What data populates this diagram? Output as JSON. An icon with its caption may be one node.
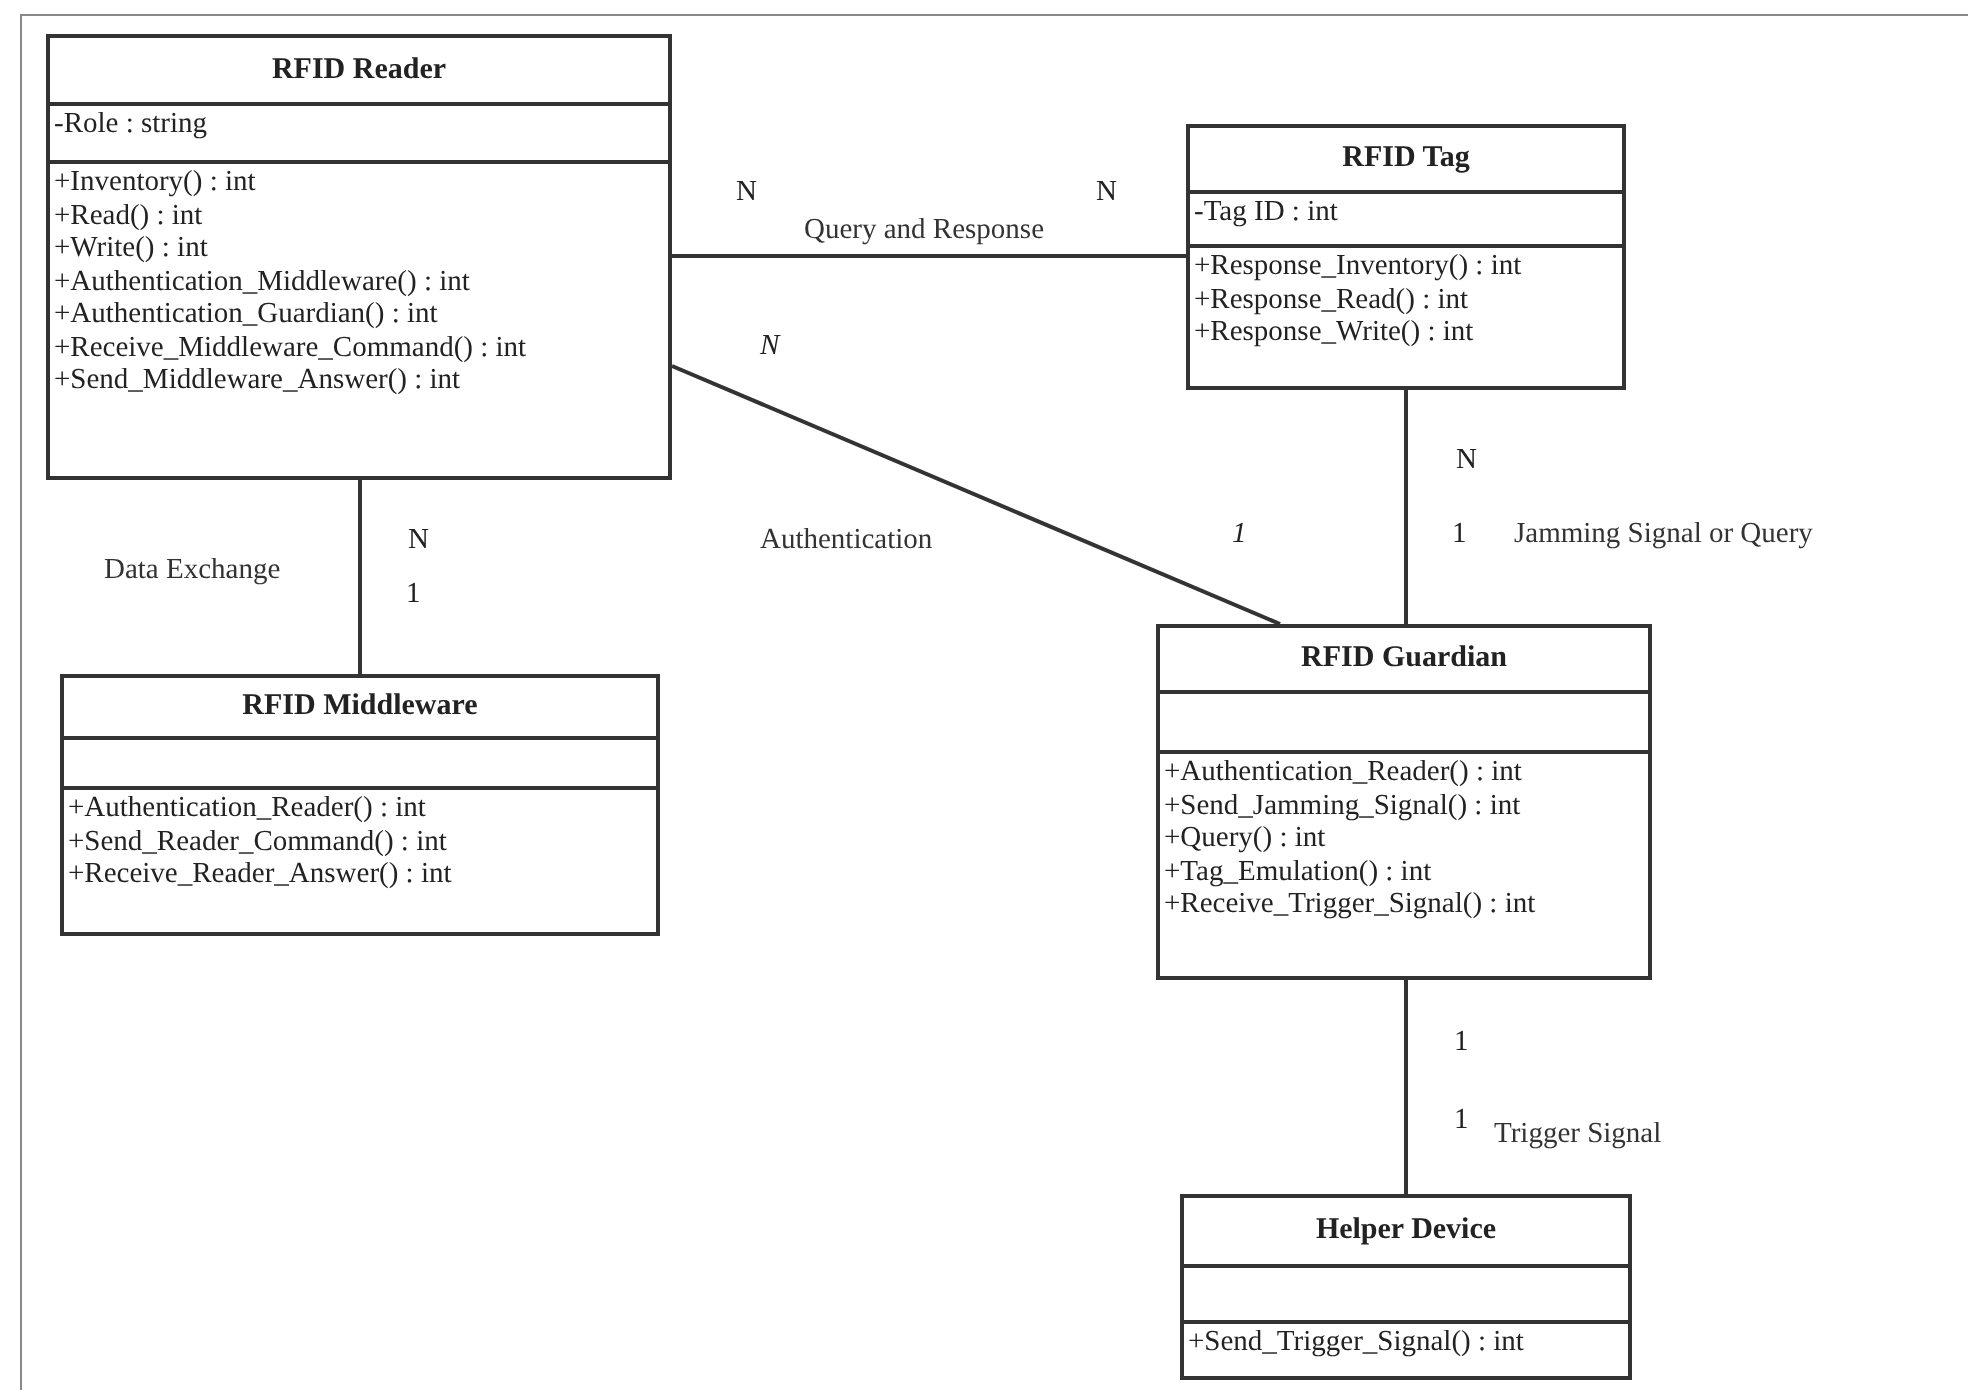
{
  "diagram": {
    "nodes": [
      {
        "text": [
          "RFID Reader"
        ]
      },
      {
        "text": [
          "-Role : string"
        ],
        "in": 0
      },
      {
        "text": [
          "+Inventory() : int",
          "+Read() : int",
          "+Write() : int",
          "+Authentication_Middleware() : int",
          "+Authentication_Guardian() : int",
          "+Receive_Middleware_Command() : int",
          "+Send_Middleware_Answer() : int"
        ],
        "in": 0
      },
      {
        "text": [
          "RFID Tag"
        ]
      },
      {
        "text": [
          "-Tag ID : int"
        ],
        "in": 3
      },
      {
        "text": [
          "+Response_Inventory() : int",
          "+Response_Read() : int",
          "+Response_Write() : int"
        ],
        "in": 3
      },
      {
        "text": [
          "RFID Middleware"
        ]
      },
      {
        "text": [],
        "shape": "box",
        "in": 6
      },
      {
        "text": [
          "+Authentication_Reader() : int",
          "+Send_Reader_Command() : int",
          "+Receive_Reader_Answer() : int"
        ],
        "in": 6
      },
      {
        "text": [
          "RFID Guardian"
        ]
      },
      {
        "text": [],
        "shape": "box",
        "in": 9
      },
      {
        "text": [
          "+Authentication_Reader() : int",
          "+Send_Jamming_Signal() : int",
          "+Query() : int",
          "+Tag_Emulation() : int",
          "+Receive_Trigger_Signal() : int"
        ],
        "in": 9
      },
      {
        "text": [
          "Helper Device"
        ]
      },
      {
        "text": [],
        "shape": "box",
        "in": 12
      },
      {
        "text": [
          "+Send_Trigger_Signal() : int"
        ],
        "in": 12
      }
    ],
    "edges": [
      {
        "from": 0,
        "to": 3,
        "arrow": "none",
        "label": "Query and Response"
      },
      {
        "from": 0,
        "to": 9,
        "arrow": "none",
        "label": "Authentication"
      },
      {
        "from": 0,
        "to": 6,
        "arrow": "none",
        "label": "Data Exchange"
      },
      {
        "from": 3,
        "to": 9,
        "arrow": "none",
        "label": "Jamming Signal or Query"
      },
      {
        "from": 9,
        "to": 12,
        "arrow": "none",
        "label": "Trigger Signal"
      }
    ],
    "labels": [
      "N",
      "N",
      "N",
      "N",
      "1",
      "1",
      "N",
      "1",
      "1",
      "1"
    ]
  }
}
